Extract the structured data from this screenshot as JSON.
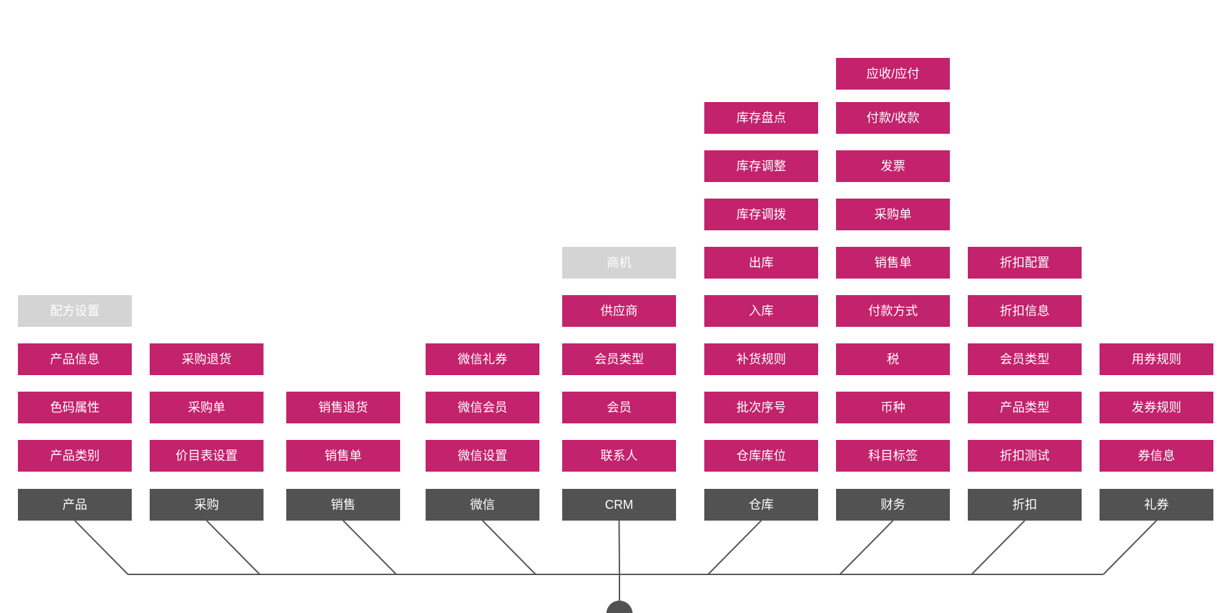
{
  "colors": {
    "category_box": "#525252",
    "item_box": "#c3226c",
    "inactive_box": "#d4d4d4",
    "box_text": "#ffffff",
    "connector_line": "#555555",
    "hub_node": "#525252"
  },
  "modules": [
    {
      "id": "product",
      "label": "产品",
      "items": [
        {
          "label": "产品类别",
          "state": "active"
        },
        {
          "label": "色码属性",
          "state": "active"
        },
        {
          "label": "产品信息",
          "state": "active"
        },
        {
          "label": "配方设置",
          "state": "inactive"
        }
      ]
    },
    {
      "id": "purchase",
      "label": "采购",
      "items": [
        {
          "label": "价目表设置",
          "state": "active"
        },
        {
          "label": "采购单",
          "state": "active"
        },
        {
          "label": "采购退货",
          "state": "active"
        }
      ]
    },
    {
      "id": "sales",
      "label": "销售",
      "items": [
        {
          "label": "销售单",
          "state": "active"
        },
        {
          "label": "销售退货",
          "state": "active"
        }
      ]
    },
    {
      "id": "wechat",
      "label": "微信",
      "items": [
        {
          "label": "微信设置",
          "state": "active"
        },
        {
          "label": "微信会员",
          "state": "active"
        },
        {
          "label": "微信礼券",
          "state": "active"
        }
      ]
    },
    {
      "id": "crm",
      "label": "CRM",
      "items": [
        {
          "label": "联系人",
          "state": "active"
        },
        {
          "label": "会员",
          "state": "active"
        },
        {
          "label": "会员类型",
          "state": "active"
        },
        {
          "label": "供应商",
          "state": "active"
        },
        {
          "label": "商机",
          "state": "inactive"
        }
      ]
    },
    {
      "id": "warehouse",
      "label": "仓库",
      "items": [
        {
          "label": "仓库库位",
          "state": "active"
        },
        {
          "label": "批次序号",
          "state": "active"
        },
        {
          "label": "补货规则",
          "state": "active"
        },
        {
          "label": "入库",
          "state": "active"
        },
        {
          "label": "出库",
          "state": "active"
        },
        {
          "label": "库存调拨",
          "state": "active"
        },
        {
          "label": "库存调整",
          "state": "active"
        },
        {
          "label": "库存盘点",
          "state": "active"
        }
      ]
    },
    {
      "id": "finance",
      "label": "财务",
      "items": [
        {
          "label": "科目标签",
          "state": "active"
        },
        {
          "label": "币种",
          "state": "active"
        },
        {
          "label": "税",
          "state": "active"
        },
        {
          "label": "付款方式",
          "state": "active"
        },
        {
          "label": "销售单",
          "state": "active"
        },
        {
          "label": "采购单",
          "state": "active"
        },
        {
          "label": "发票",
          "state": "active"
        },
        {
          "label": "付款/收款",
          "state": "active"
        },
        {
          "label": "应收/应付",
          "state": "active"
        }
      ]
    },
    {
      "id": "discount",
      "label": "折扣",
      "items": [
        {
          "label": "折扣测试",
          "state": "active"
        },
        {
          "label": "产品类型",
          "state": "active"
        },
        {
          "label": "会员类型",
          "state": "active"
        },
        {
          "label": "折扣信息",
          "state": "active"
        },
        {
          "label": "折扣配置",
          "state": "active"
        }
      ]
    },
    {
      "id": "coupon",
      "label": "礼券",
      "items": [
        {
          "label": "券信息",
          "state": "active"
        },
        {
          "label": "发券规则",
          "state": "active"
        },
        {
          "label": "用券规则",
          "state": "active"
        }
      ]
    }
  ]
}
